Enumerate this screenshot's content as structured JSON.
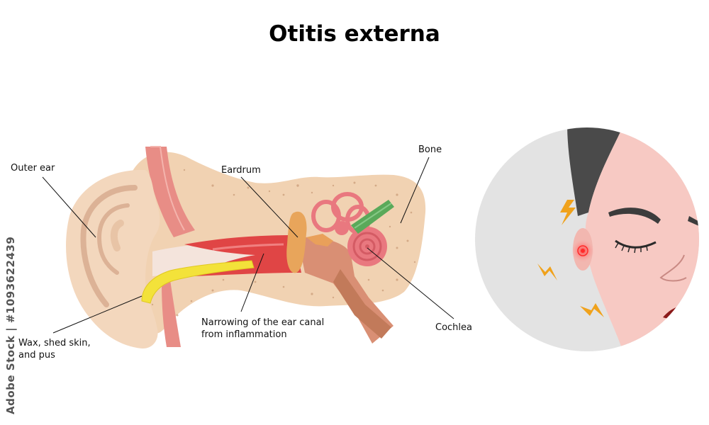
{
  "title": "Otitis externa",
  "labels": {
    "outer_ear": "Outer ear",
    "eardrum": "Eardrum",
    "bone": "Bone",
    "wax": [
      "Wax, shed skin,",
      "and pus"
    ],
    "narrowing": [
      "Narrowing of the ear canal",
      "from inflammation"
    ],
    "cochlea": "Cochlea"
  },
  "watermark": "Adobe Stock | #1093622439",
  "colors": {
    "skin": "#f3d7bd",
    "tissue": "#f1cfae",
    "inflamed": "#e04545",
    "wax": "#f3e23a",
    "inner_ear": "#e9787f",
    "nerve": "#5aa95a",
    "face": "#f7c9c3",
    "hair": "#4a4a4a",
    "circle_bg": "#e3e3e3",
    "pain": "#f0a21c"
  }
}
